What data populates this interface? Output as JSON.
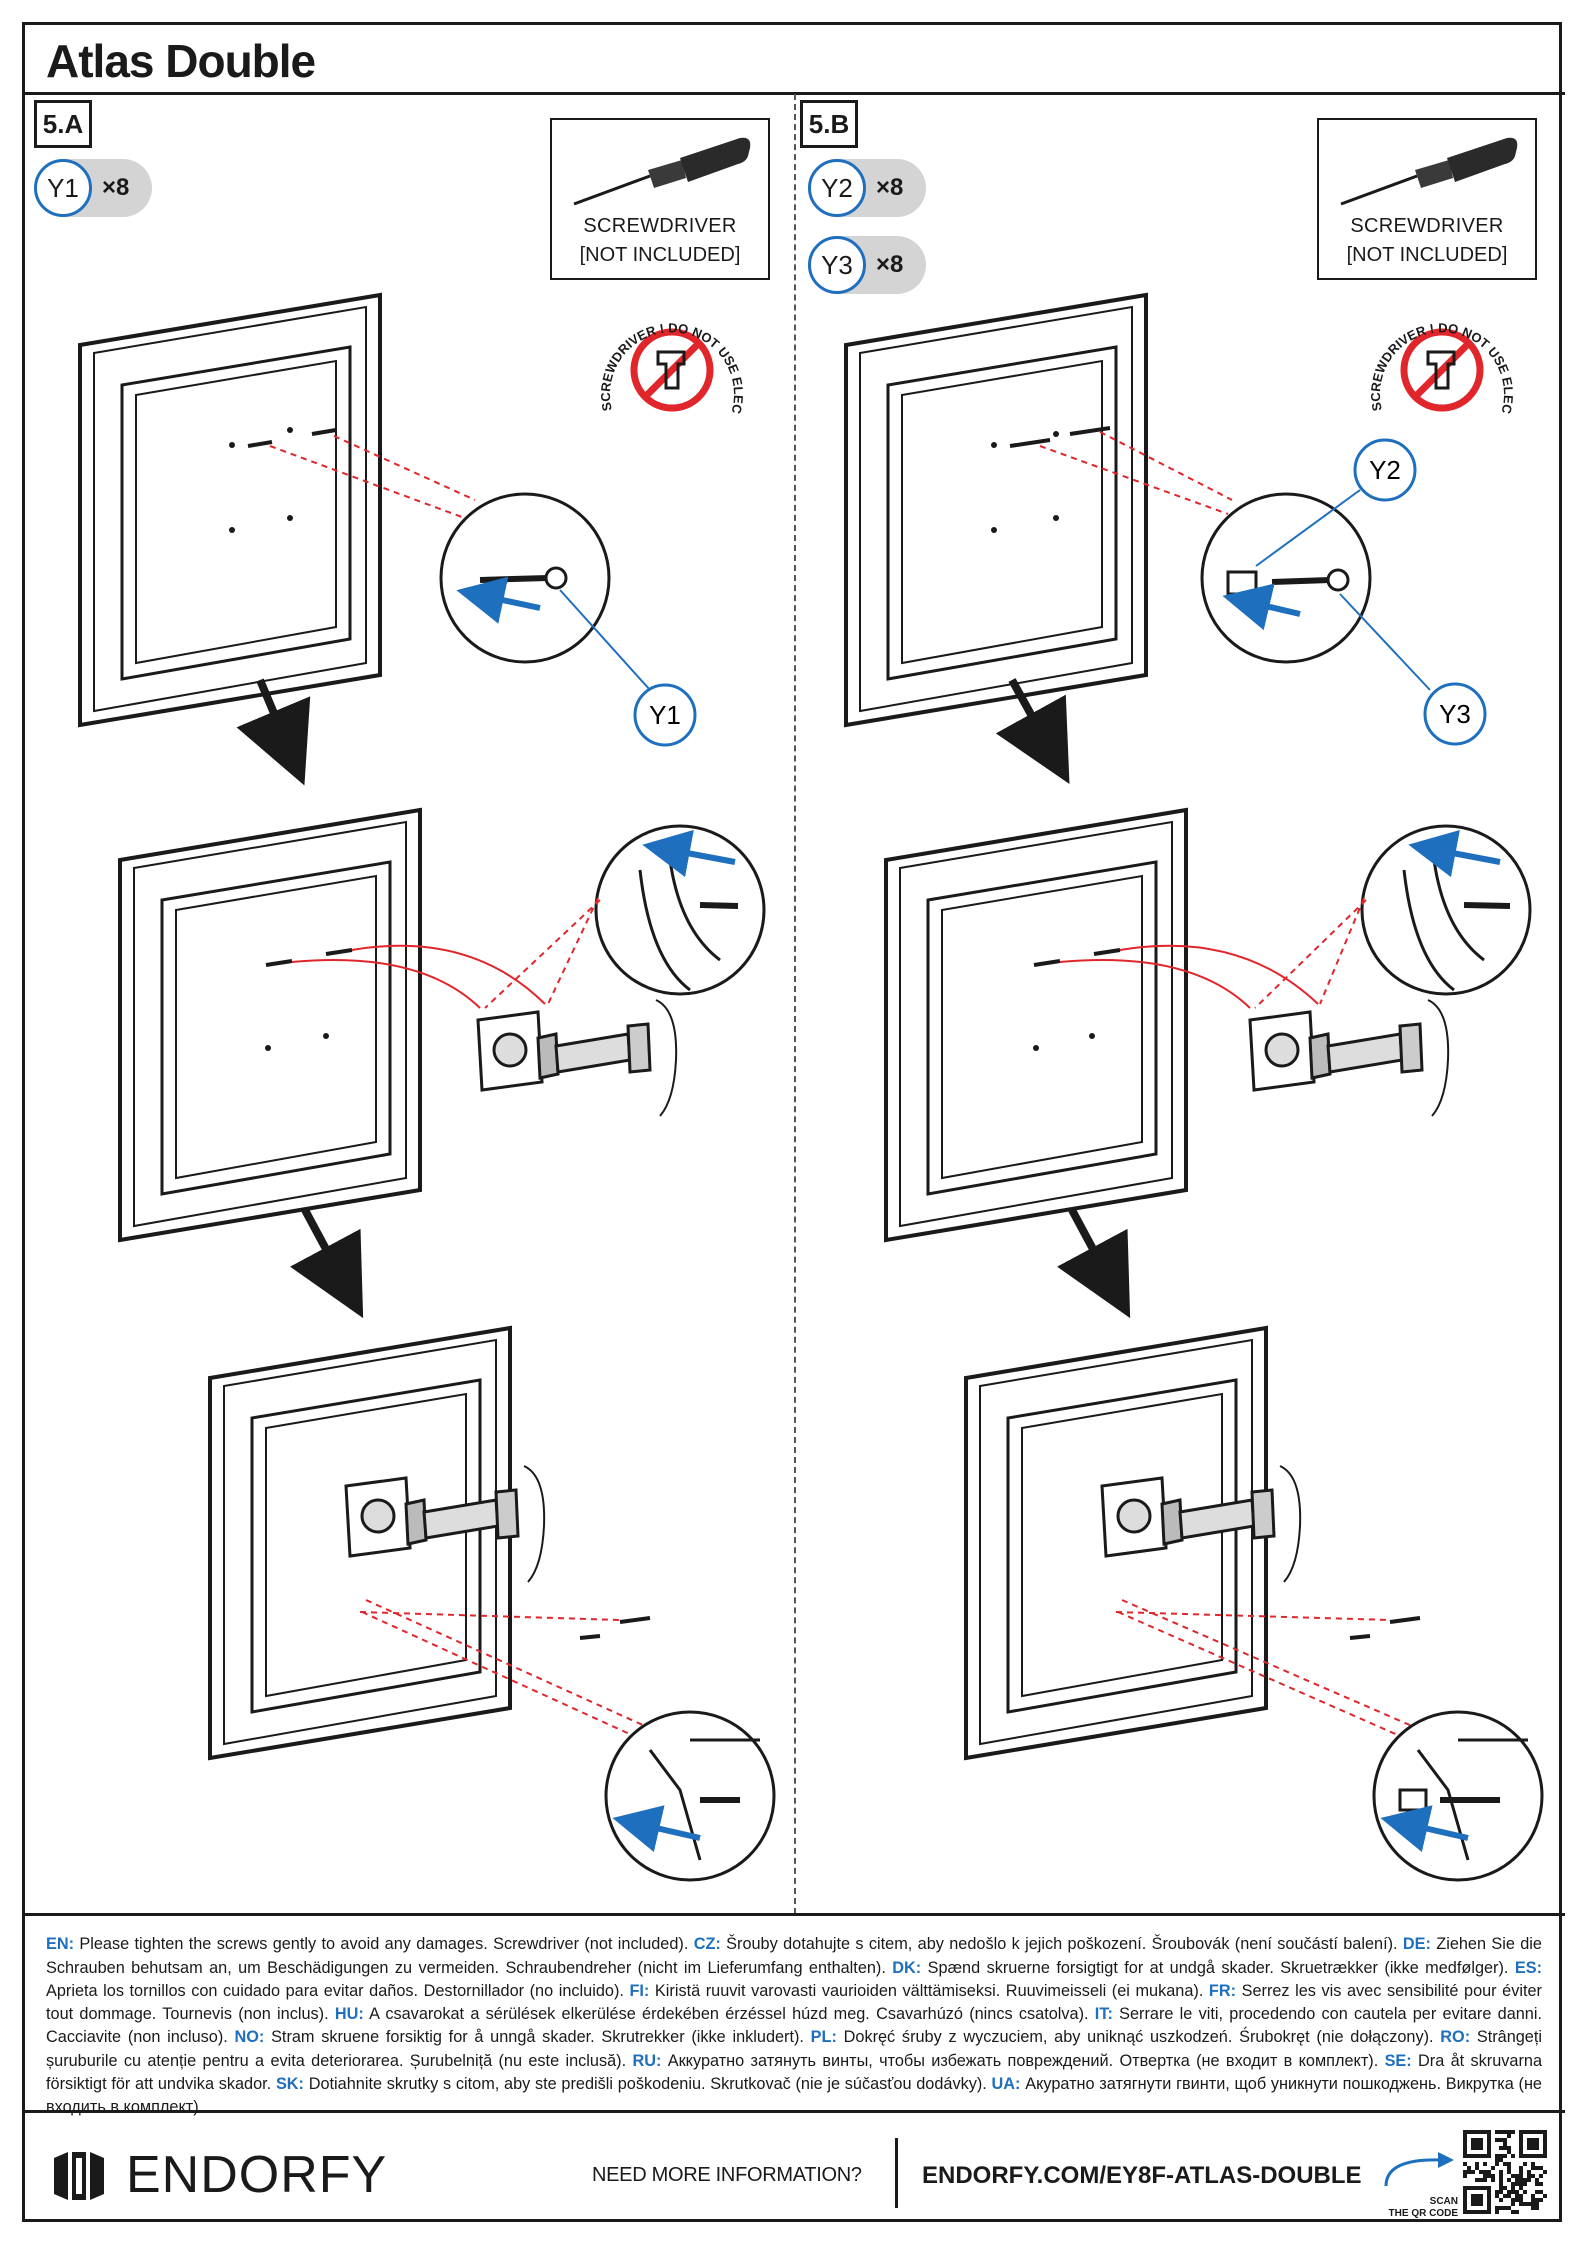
{
  "header": {
    "title": "Atlas Double"
  },
  "steps": [
    {
      "label": "5.A",
      "parts": [
        {
          "code": "Y1",
          "qty": "×8"
        }
      ],
      "tool": {
        "name": "SCREWDRIVER",
        "note": "[NOT INCLUDED]"
      },
      "callouts": [
        "Y1"
      ]
    },
    {
      "label": "5.B",
      "parts": [
        {
          "code": "Y2",
          "qty": "×8"
        },
        {
          "code": "Y3",
          "qty": "×8"
        }
      ],
      "tool": {
        "name": "SCREWDRIVER",
        "note": "[NOT INCLUDED]"
      },
      "callouts": [
        "Y2",
        "Y3"
      ]
    }
  ],
  "warning_badge": {
    "text": "SCREWDRIVER ! DO NOT USE ELECTRIC"
  },
  "instructions": [
    {
      "lang": "EN:",
      "text": " Please tighten the screws gently to avoid any damages. Screwdriver (not included). "
    },
    {
      "lang": "CZ:",
      "text": " Šrouby dotahujte s citem, aby nedošlo k jejich poškození. Šroubovák (není součástí balení). "
    },
    {
      "lang": "DE:",
      "text": " Ziehen Sie die Schrauben behutsam an, um Beschädigungen zu vermeiden. Schraubendreher (nicht im Lieferumfang enthalten). "
    },
    {
      "lang": "DK:",
      "text": " Spænd skruerne forsigtigt for at undgå skader. Skruetrækker (ikke medfølger). "
    },
    {
      "lang": "ES:",
      "text": " Aprieta los tornillos con cuidado para evitar daños. Destornillador (no incluido). "
    },
    {
      "lang": "FI:",
      "text": " Kiristä ruuvit varovasti vaurioiden välttämiseksi. Ruuvimeisseli (ei mukana). "
    },
    {
      "lang": "FR:",
      "text": " Serrez les vis avec sensibilité pour éviter tout dommage. Tournevis (non inclus). "
    },
    {
      "lang": "HU:",
      "text": " A csavarokat a sérülések elkerülése érdekében érzéssel húzd meg. Csavarhúzó (nincs csatolva). "
    },
    {
      "lang": "IT:",
      "text": " Serrare le viti, procedendo con cautela per evitare danni. Cacciavite (non incluso). "
    },
    {
      "lang": "NO:",
      "text": " Stram skruene forsiktig for å unngå skader. Skrutrekker (ikke inkludert). "
    },
    {
      "lang": "PL:",
      "text": " Dokręć śruby z wyczuciem, aby uniknąć uszkodzeń. Śrubokręt (nie dołączony). "
    },
    {
      "lang": "RO:",
      "text": " Strângeți șuruburile cu atenție pentru a evita deteriorarea. Șurubelniță (nu este inclusă). "
    },
    {
      "lang": "RU:",
      "text": " Аккуратно затянуть винты, чтобы избежать повреждений. Отвертка (не входит в комплект). "
    },
    {
      "lang": "SE:",
      "text": " Dra åt skruvarna försiktigt för att undvika skador. "
    },
    {
      "lang": "SK:",
      "text": " Dotiahnite skrutky s citom, aby ste predišli poškodeniu. Skrutkovač (nie je súčasťou dodávky). "
    },
    {
      "lang": "UA:",
      "text": " Акуратно затягнути гвинти, щоб уникнути пошкоджень. Викрутка (не входить в комплект)."
    }
  ],
  "footer": {
    "brand": "ENDORFY",
    "more_info": "NEED MORE INFORMATION?",
    "url": "ENDORFY.COM/EY8F-ATLAS-DOUBLE",
    "scan_label": "SCAN\nTHE QR CODE"
  },
  "colors": {
    "accent": "#1f6fbf",
    "red_guide": "#e0262b",
    "ink": "#1a1a1a"
  }
}
